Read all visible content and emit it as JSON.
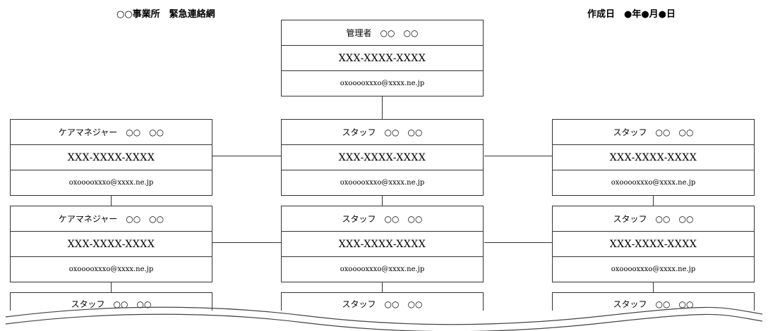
{
  "header": {
    "title": "○○事業所　緊急連絡網",
    "created": "作成日　●年●月●日"
  },
  "manager": {
    "name": "管理者　○○　○○",
    "phone": "XXX-XXXX-XXXX",
    "email": "oxooooxxxo@xxxx.ne.jp"
  },
  "row1": [
    {
      "name": "ケアマネジャー　○○　○○",
      "phone": "XXX-XXXX-XXXX",
      "email": "oxooooxxxo@xxxx.ne.jp"
    },
    {
      "name": "スタッフ　○○　○○",
      "phone": "XXX-XXXX-XXXX",
      "email": "oxooooxxxo@xxxx.ne.jp"
    },
    {
      "name": "スタッフ　○○　○○",
      "phone": "XXX-XXXX-XXXX",
      "email": "oxooooxxxo@xxxx.ne.jp"
    }
  ],
  "row2": [
    {
      "name": "ケアマネジャー　○○　○○",
      "phone": "XXX-XXXX-XXXX",
      "email": "oxooooxxxo@xxxx.ne.jp"
    },
    {
      "name": "スタッフ　○○　○○",
      "phone": "XXX-XXXX-XXXX",
      "email": "oxooooxxxo@xxxx.ne.jp"
    },
    {
      "name": "スタッフ　○○　○○",
      "phone": "XXX-XXXX-XXXX",
      "email": "oxooooxxxo@xxxx.ne.jp"
    }
  ],
  "row3": [
    {
      "name": "スタッフ　○○　○○"
    },
    {
      "name": "スタッフ　○○　○○"
    },
    {
      "name": "スタッフ　○○　○○"
    }
  ]
}
